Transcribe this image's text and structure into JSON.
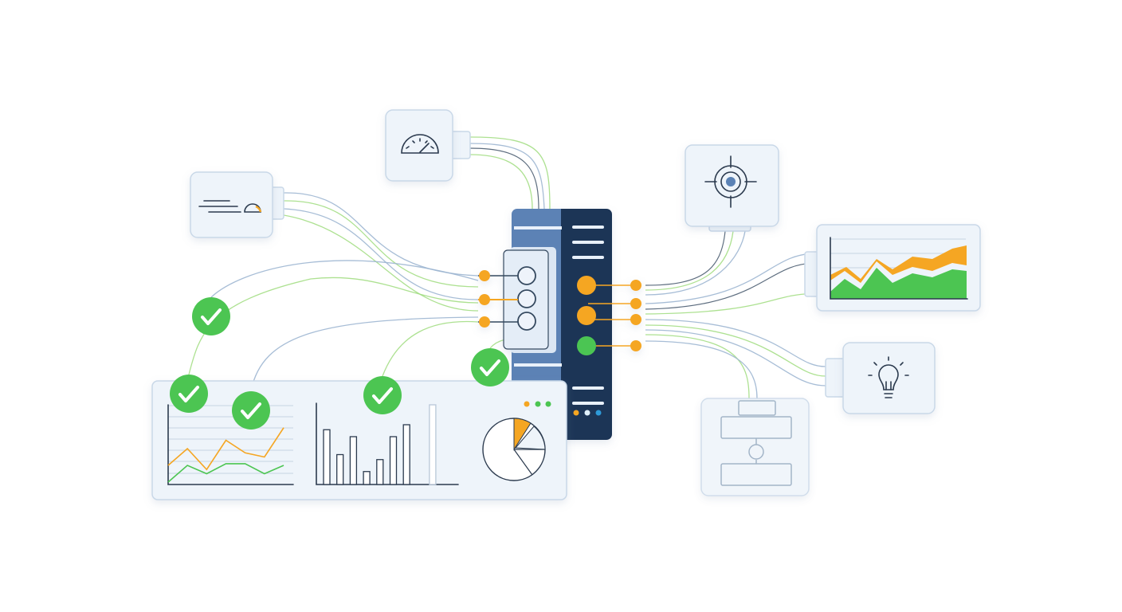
{
  "colors": {
    "accent_orange": "#f5a623",
    "success_green": "#4cc552",
    "server_dark": "#1f3557",
    "server_light": "#5b82b5",
    "card_bg": "#eef4fa",
    "card_border": "#c9d8e8"
  },
  "icons": {
    "gauge": "gauge-icon",
    "speed": "speed-lines-icon",
    "target": "crosshair-target-icon",
    "area_chart": "area-chart-icon",
    "lightbulb": "lightbulb-icon",
    "flowchart": "flowchart-icon",
    "check": "check-circle-icon",
    "server": "server-rack-icon"
  },
  "status_checks": 5,
  "dashboard": {
    "line_chart": {
      "orange": [
        2,
        4,
        1.5,
        5,
        3.5,
        3,
        6.5
      ],
      "green": [
        0,
        2,
        1,
        2.2,
        2.2,
        1,
        2
      ]
    },
    "bar_chart": [
      5.5,
      3,
      4.8,
      1.3,
      2.5,
      4.8,
      6,
      8
    ],
    "pie_highlight_fraction": 0.08
  }
}
